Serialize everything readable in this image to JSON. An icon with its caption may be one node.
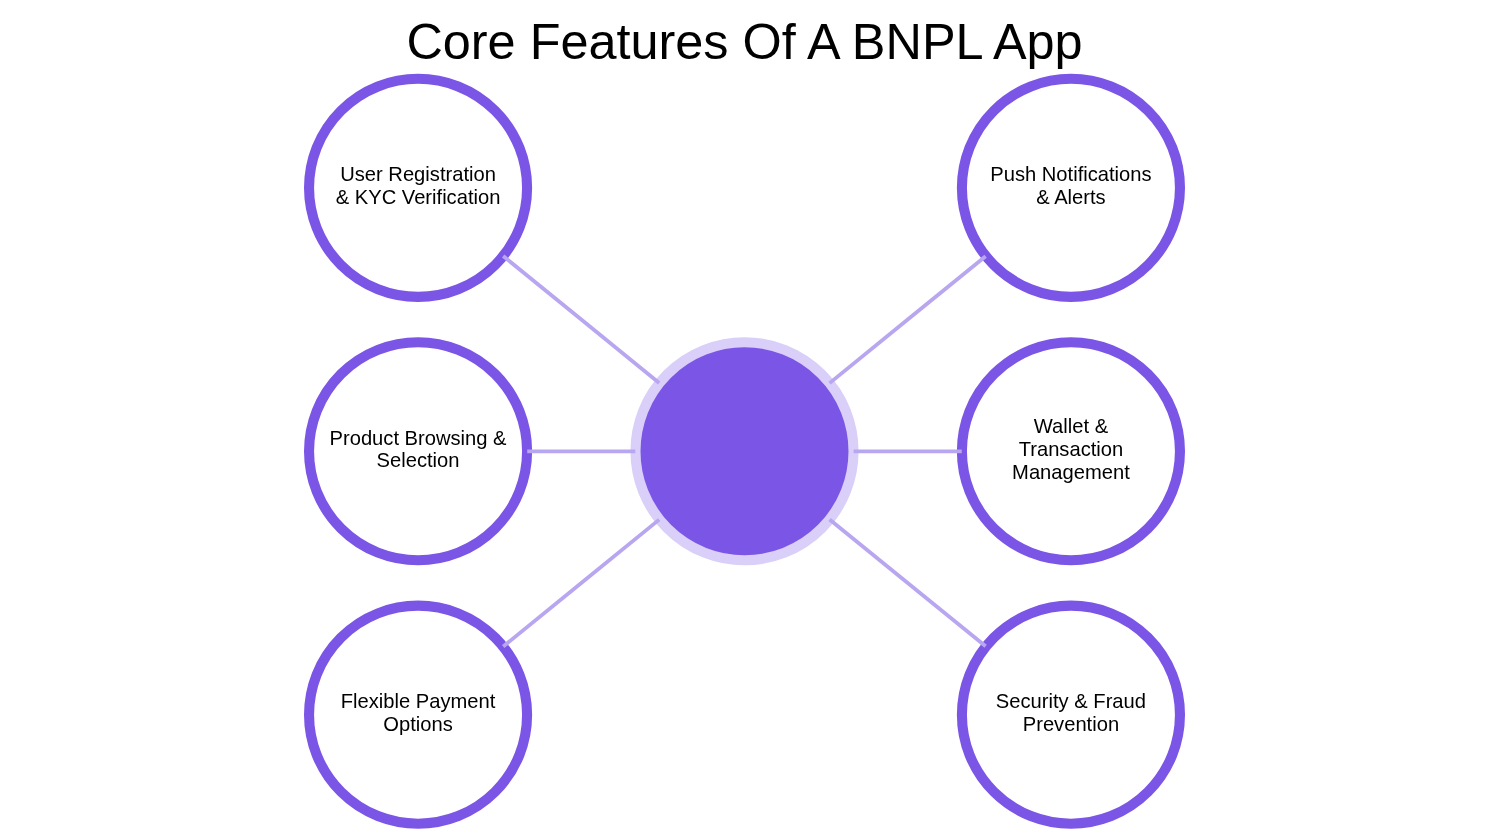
{
  "diagram": {
    "title": "Core Features Of A BNPL App",
    "nodes": [
      {
        "text": [
          "User Registration & KYC Verification"
        ]
      },
      {
        "text": [
          "Push Notifications & Alerts"
        ]
      },
      {
        "text": [
          "Product Browsing & Selection"
        ]
      },
      {
        "text": [],
        "shape": "circle"
      },
      {
        "text": [
          "Wallet & Transaction Management"
        ]
      },
      {
        "text": [
          "Flexible Payment Options"
        ]
      },
      {
        "text": [
          "Security & Fraud Prevention"
        ]
      }
    ],
    "edges": [
      {
        "from": 0,
        "to": 3,
        "arrow": "none"
      },
      {
        "from": 2,
        "to": 3,
        "arrow": "none"
      },
      {
        "from": 5,
        "to": 3,
        "arrow": "none"
      },
      {
        "from": 3,
        "to": 1,
        "arrow": "none"
      },
      {
        "from": 3,
        "to": 4,
        "arrow": "none"
      },
      {
        "from": 3,
        "to": 6,
        "arrow": "none"
      }
    ]
  }
}
